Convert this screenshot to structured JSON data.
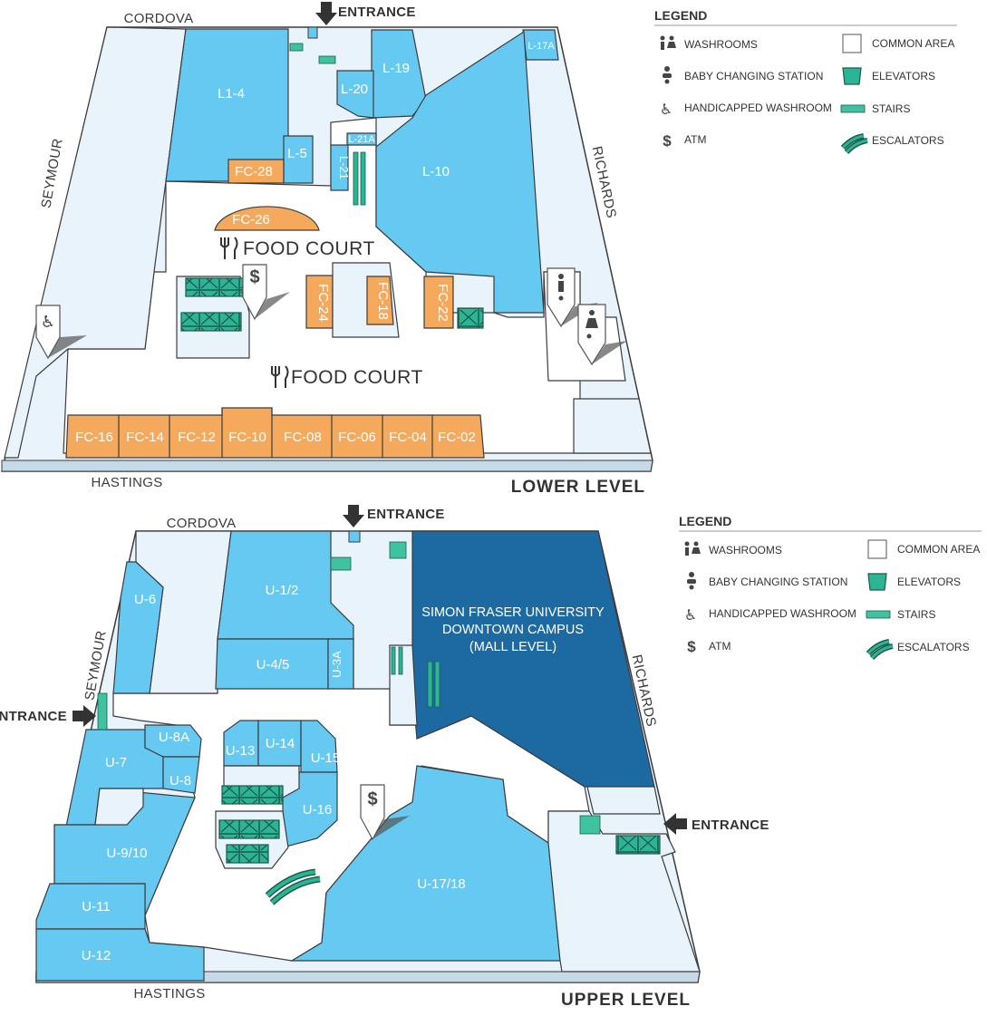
{
  "lower_level": {
    "title": "LOWER LEVEL",
    "streets": {
      "north": "CORDOVA",
      "south": "HASTINGS",
      "west": "SEYMOUR",
      "east": "RICHARDS"
    },
    "entrance_label": "ENTRANCE",
    "food_court_labels": [
      "FOOD COURT",
      "FOOD COURT"
    ],
    "units": [
      "L1-4",
      "L-5",
      "L-19",
      "L-20",
      "L-17A",
      "L-21A",
      "L-21",
      "L-10"
    ],
    "food_units": [
      "FC-28",
      "FC-26",
      "FC-24",
      "FC-18",
      "FC-22",
      "FC-16",
      "FC-14",
      "FC-12",
      "FC-10",
      "FC-08",
      "FC-06",
      "FC-04",
      "FC-02"
    ]
  },
  "upper_level": {
    "title": "UPPER LEVEL",
    "streets": {
      "north": "CORDOVA",
      "south": "HASTINGS",
      "west": "SEYMOUR",
      "east": "RICHARDS"
    },
    "entrance_labels": [
      "ENTRANCE",
      "ENTRANCE",
      "ENTRANCE"
    ],
    "units": [
      "U-6",
      "U-1/2",
      "U-4/5",
      "U-3A",
      "U-8A",
      "U-7",
      "U-8",
      "U-9/10",
      "U-11",
      "U-12",
      "U-13",
      "U-14",
      "U-15",
      "U-16",
      "U-17/18"
    ],
    "sfu_lines": [
      "SIMON FRASER UNIVERSITY",
      "DOWNTOWN CAMPUS",
      "(MALL LEVEL)"
    ]
  },
  "legend": {
    "title": "LEGEND",
    "items": {
      "washrooms": "WASHROOMS",
      "baby": "BABY CHANGING STATION",
      "handicapped": "HANDICAPPED WASHROOM",
      "atm": "ATM",
      "common": "COMMON AREA",
      "elevators": "ELEVATORS",
      "stairs": "STAIRS",
      "escalators": "ESCALATORS"
    }
  },
  "colors": {
    "store": "#66c9f2",
    "food": "#f4a95c",
    "common": "#e8f3fb",
    "anchor": "#1d6aa3",
    "elevator": "#2bb596",
    "stairs": "#3fc2a0",
    "outline": "#3c3c3c"
  }
}
